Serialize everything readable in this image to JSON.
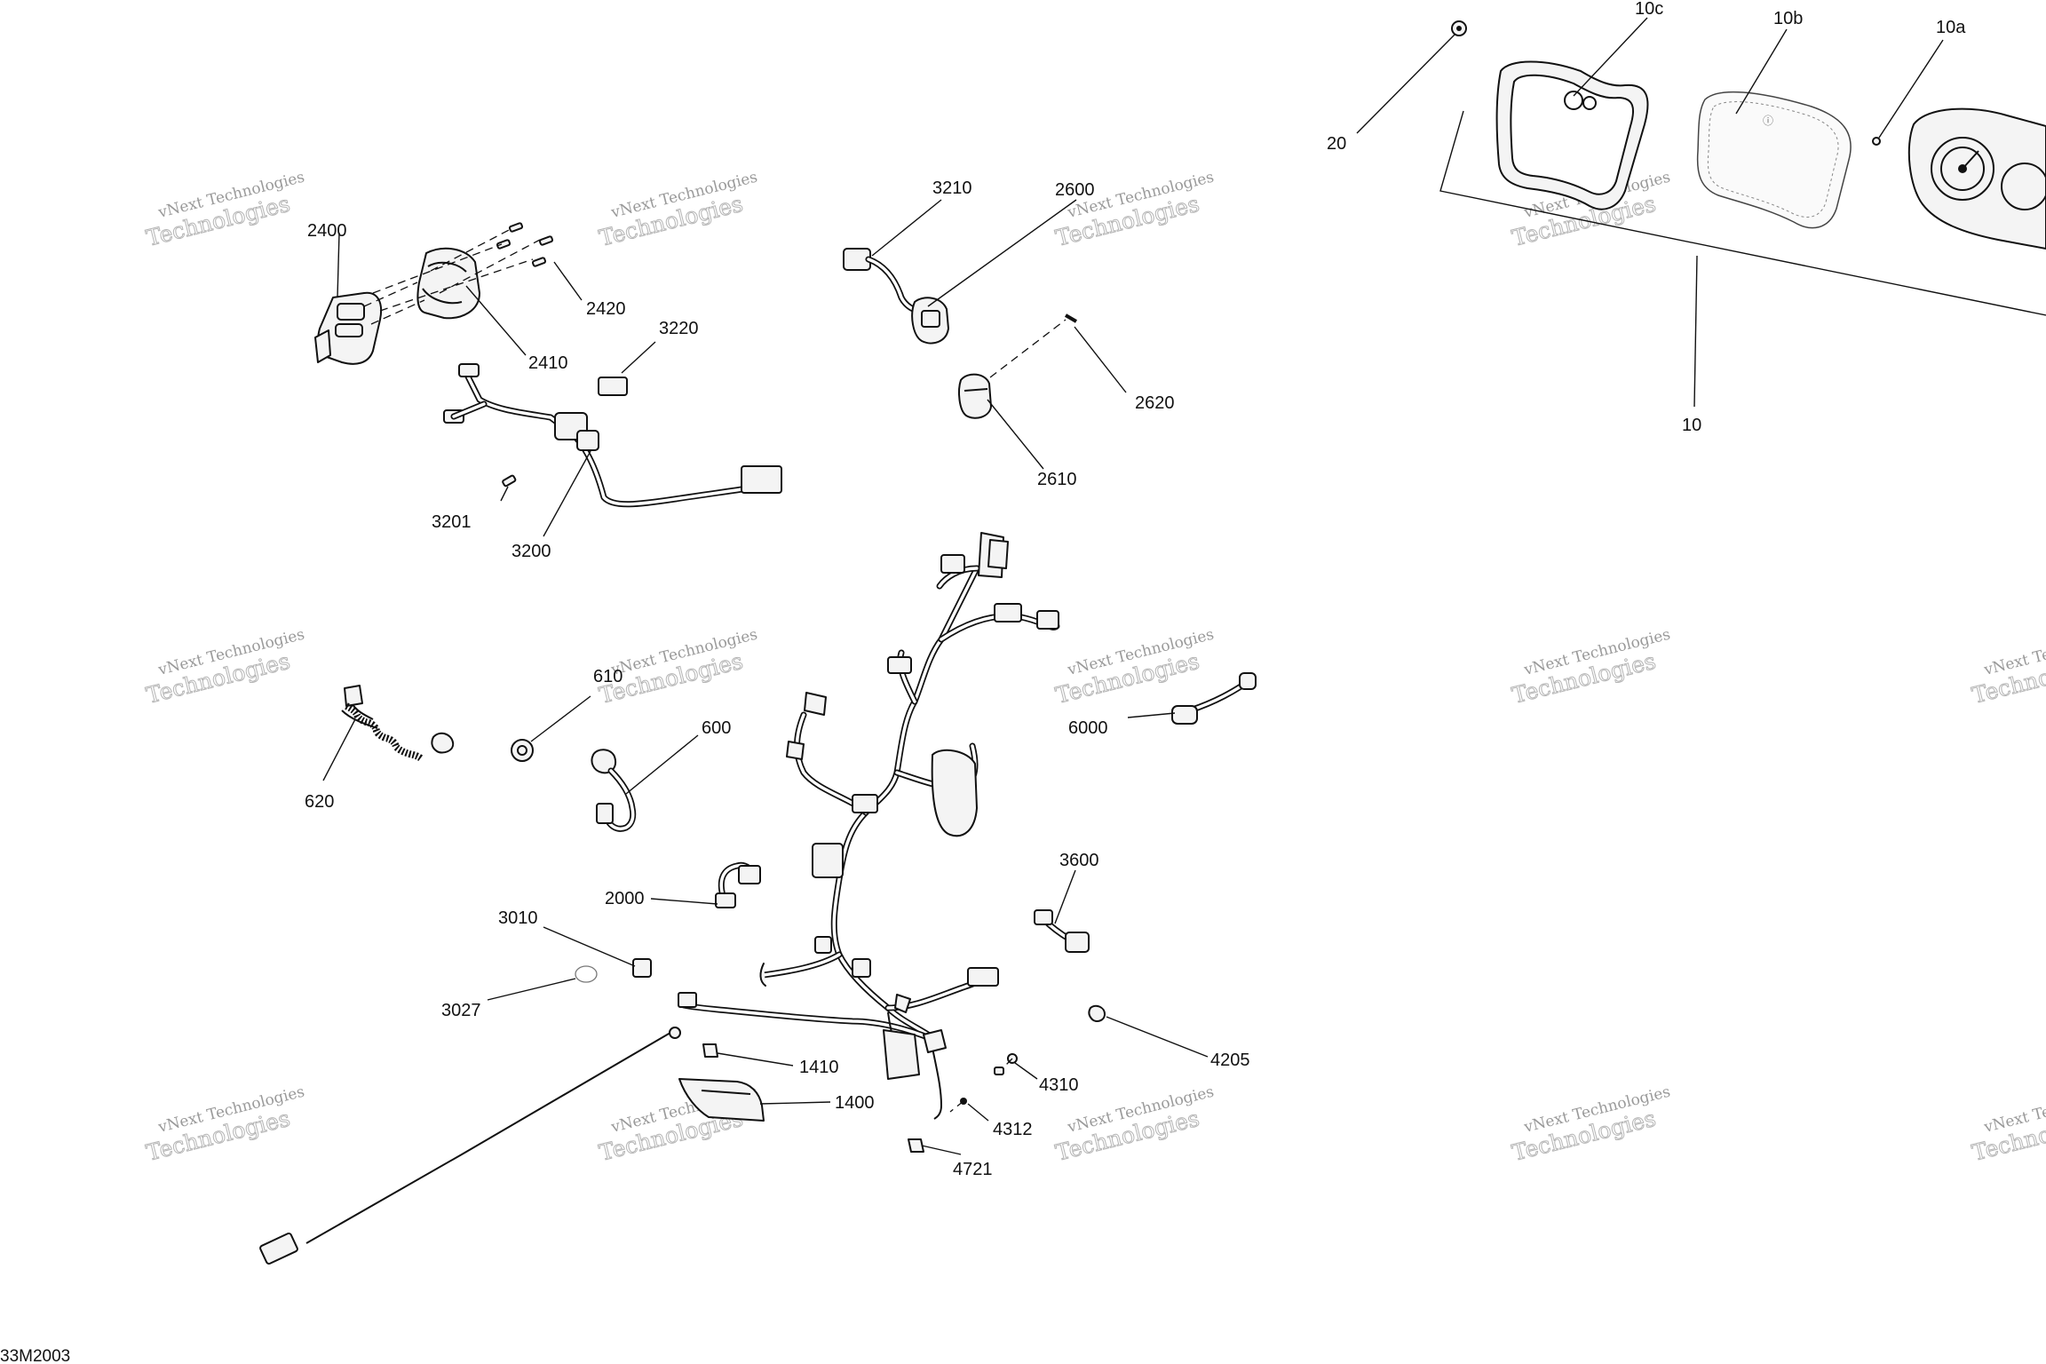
{
  "diagram_code": "33M2003",
  "watermark": {
    "line1": "vNext Technologies",
    "line2": "Technologies"
  },
  "callouts": [
    {
      "id": "10c",
      "text": "10c"
    },
    {
      "id": "10b",
      "text": "10b"
    },
    {
      "id": "10a",
      "text": "10a"
    },
    {
      "id": "20",
      "text": "20"
    },
    {
      "id": "10",
      "text": "10"
    },
    {
      "id": "2400",
      "text": "2400"
    },
    {
      "id": "2420",
      "text": "2420"
    },
    {
      "id": "2410",
      "text": "2410"
    },
    {
      "id": "3210",
      "text": "3210"
    },
    {
      "id": "2600",
      "text": "2600"
    },
    {
      "id": "3220",
      "text": "3220"
    },
    {
      "id": "2620",
      "text": "2620"
    },
    {
      "id": "2610",
      "text": "2610"
    },
    {
      "id": "3201",
      "text": "3201"
    },
    {
      "id": "3200",
      "text": "3200"
    },
    {
      "id": "610",
      "text": "610"
    },
    {
      "id": "600",
      "text": "600"
    },
    {
      "id": "620",
      "text": "620"
    },
    {
      "id": "6000",
      "text": "6000"
    },
    {
      "id": "3600",
      "text": "3600"
    },
    {
      "id": "2000",
      "text": "2000"
    },
    {
      "id": "3010",
      "text": "3010"
    },
    {
      "id": "3027",
      "text": "3027"
    },
    {
      "id": "1410",
      "text": "1410"
    },
    {
      "id": "1400",
      "text": "1400"
    },
    {
      "id": "4310",
      "text": "4310"
    },
    {
      "id": "4205",
      "text": "4205"
    },
    {
      "id": "4312",
      "text": "4312"
    },
    {
      "id": "4721",
      "text": "4721"
    }
  ]
}
